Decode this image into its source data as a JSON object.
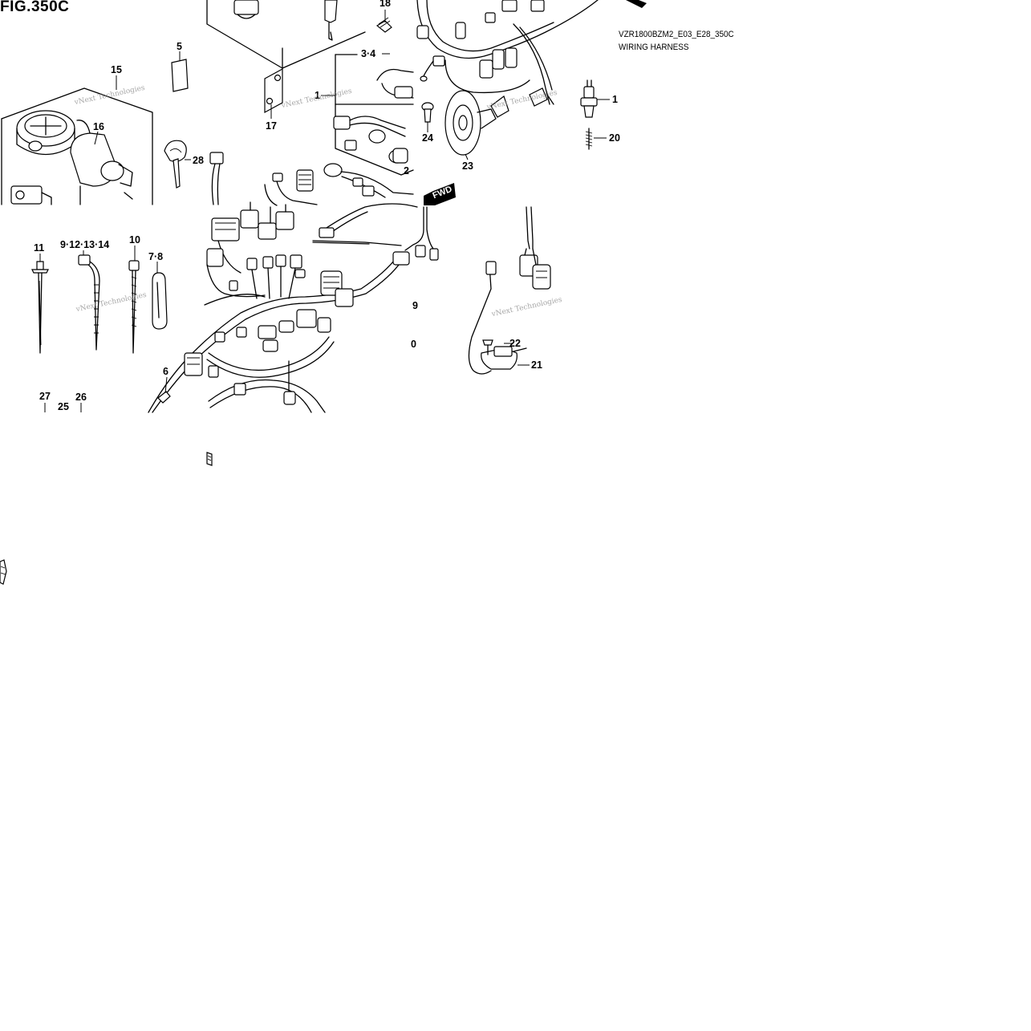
{
  "figure": {
    "title": "FIG.350C",
    "model_code": "VZR1800BZM2_E03_E28_350C",
    "section_name": "WIRING HARNESS"
  },
  "watermark": "vNext Technologies",
  "fwd_label": "FWD",
  "callouts": {
    "p1": "1",
    "p3_4": "3·4",
    "p5": "5",
    "p6": "6",
    "p7_8": "7·8",
    "p9_12_13_14": "9·12·13·14",
    "p10": "10",
    "p11": "11",
    "p15": "15",
    "p16": "16",
    "p17": "17",
    "p18": "18",
    "p19_partial": "1",
    "p20_partial": "20",
    "p21": "21",
    "p21_partial": "2",
    "p22": "22",
    "p23": "23",
    "p24": "24",
    "p25": "25",
    "p26": "26",
    "p27": "27",
    "p28": "28",
    "p29_partial": "9",
    "p30_partial": "0"
  }
}
